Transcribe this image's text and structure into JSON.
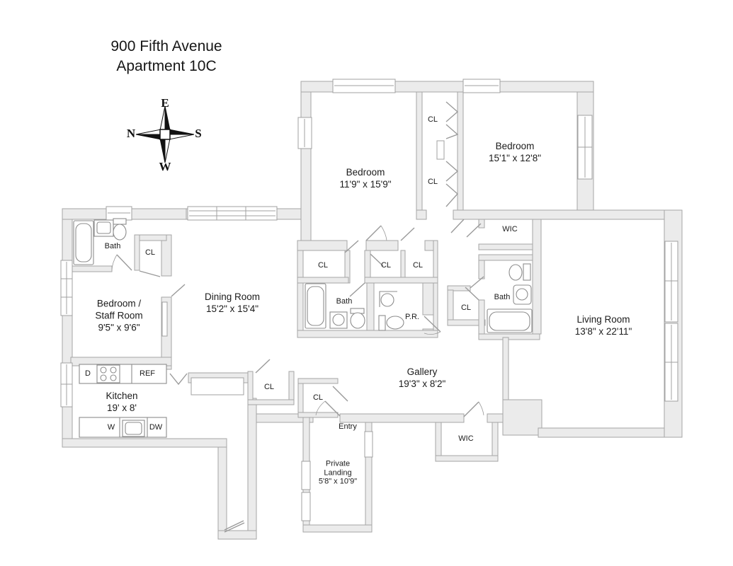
{
  "title": {
    "line1": "900 Fifth Avenue",
    "line2": "Apartment 10C"
  },
  "compass": {
    "up": "E",
    "left": "N",
    "right": "S",
    "down": "W"
  },
  "rooms": {
    "bedroom_top": {
      "name": "Bedroom",
      "dims": "11'9\" x 15'9\""
    },
    "bedroom_right": {
      "name": "Bedroom",
      "dims": "15'1\" x 12'8\""
    },
    "staff_room": {
      "line1": "Bedroom /",
      "line2": "Staff Room",
      "dims": "9'5\" x 9'6\""
    },
    "dining_room": {
      "name": "Dining Room",
      "dims": "15'2\" x 15'4\""
    },
    "living_room": {
      "name": "Living Room",
      "dims": "13'8\" x 22'11\""
    },
    "kitchen": {
      "name": "Kitchen",
      "dims": "19' x 8'"
    },
    "gallery": {
      "name": "Gallery",
      "dims": "19'3\" x 8'2\""
    },
    "private_landing": {
      "line1": "Private",
      "line2": "Landing",
      "dims": "5'8\" x 10'9\""
    }
  },
  "labels": {
    "closet": "CL",
    "walk_in_closet": "WIC",
    "bath": "Bath",
    "powder_room": "P.R.",
    "entry": "Entry",
    "dryer": "D",
    "refrigerator": "REF",
    "washer": "W",
    "dishwasher": "DW"
  },
  "colors": {
    "wall_fill": "#ebebeb",
    "wall_stroke": "#a6a6a6",
    "text": "#1b1b1b"
  }
}
